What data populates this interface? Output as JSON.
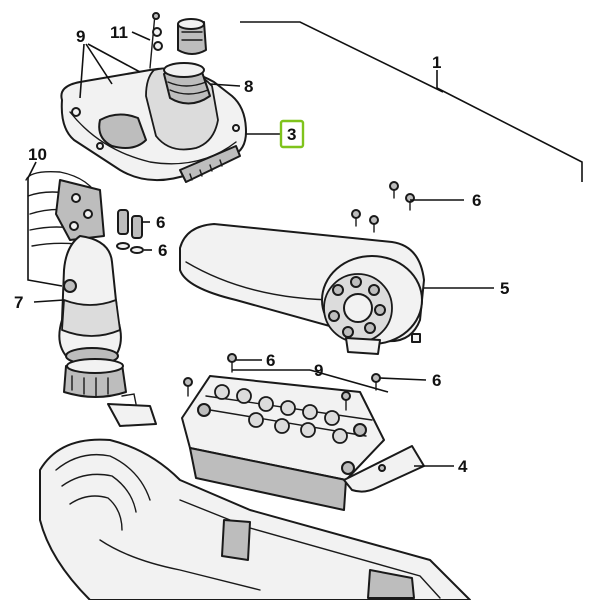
{
  "callouts": {
    "n1": "1",
    "n11": "11",
    "n9_top": "9",
    "n8": "8",
    "n3": "3",
    "n10": "10",
    "n6_upper_right": "6",
    "n6_left_a": "6",
    "n6_left_b": "6",
    "n7": "7",
    "n5": "5",
    "n6_mid": "6",
    "n9_mid": "9",
    "n6_right": "6",
    "n4": "4"
  },
  "colors": {
    "highlight": "#7fc31c",
    "line": "#1a1a1a",
    "fill_light": "#f2f2f2",
    "fill_dark": "#bdbdbd"
  }
}
